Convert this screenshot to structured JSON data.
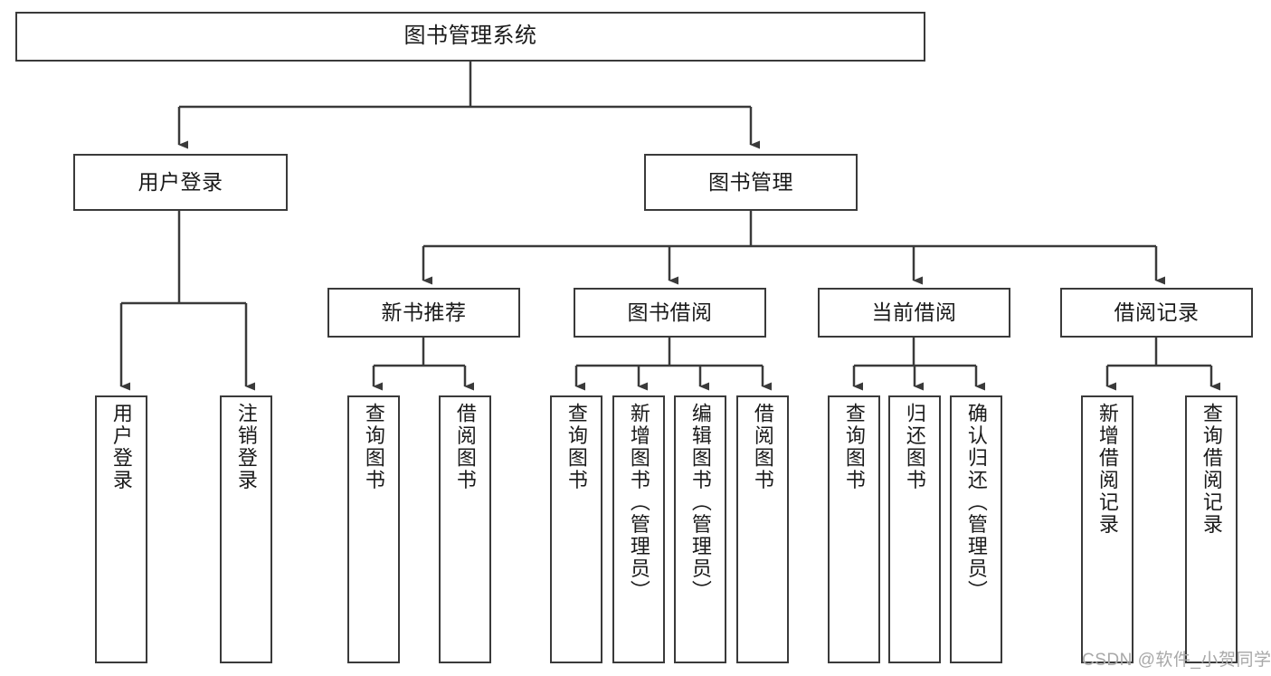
{
  "diagram": {
    "title": "图书管理系统",
    "watermark": "CSDN @软件_小贺同学",
    "colors": {
      "stroke": "#3a3a3a",
      "fill": "#ffffff",
      "text": "#1a1a1a",
      "watermark": "#a8a8a8"
    },
    "levels": {
      "root": {
        "label": "图书管理系统"
      },
      "level2": [
        {
          "id": "user-login",
          "label": "用户登录"
        },
        {
          "id": "book-management",
          "label": "图书管理"
        }
      ],
      "level3": [
        {
          "id": "new-book-recommend",
          "label": "新书推荐"
        },
        {
          "id": "book-borrow",
          "label": "图书借阅"
        },
        {
          "id": "current-borrow",
          "label": "当前借阅"
        },
        {
          "id": "borrow-record",
          "label": "借阅记录"
        }
      ],
      "level4": [
        {
          "id": "leaf-user-login",
          "label": "用户登录"
        },
        {
          "id": "leaf-user-logout",
          "label": "注销登录"
        },
        {
          "id": "leaf-query-book-1",
          "label": "查询图书"
        },
        {
          "id": "leaf-borrow-book-1",
          "label": "借阅图书"
        },
        {
          "id": "leaf-query-book-2",
          "label": "查询图书"
        },
        {
          "id": "leaf-add-book",
          "label": "新增图书（管理员）"
        },
        {
          "id": "leaf-edit-book",
          "label": "编辑图书（管理员）"
        },
        {
          "id": "leaf-borrow-book-2",
          "label": "借阅图书"
        },
        {
          "id": "leaf-query-book-3",
          "label": "查询图书"
        },
        {
          "id": "leaf-return-book",
          "label": "归还图书"
        },
        {
          "id": "leaf-confirm-return",
          "label": "确认归还（管理员）"
        },
        {
          "id": "leaf-add-record",
          "label": "新增借阅记录"
        },
        {
          "id": "leaf-query-record",
          "label": "查询借阅记录"
        }
      ]
    }
  }
}
